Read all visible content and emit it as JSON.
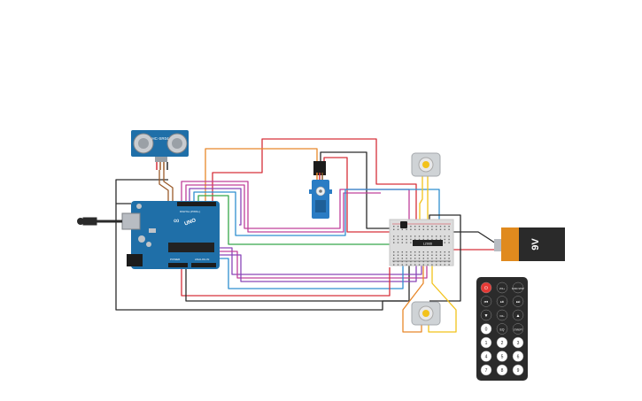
{
  "sensor": {
    "label": "HC-SR04"
  },
  "arduino": {
    "brand": "UNO",
    "digital_label": "DIGITAL (PWM~)",
    "power_label": "POWER",
    "analog_label": "ANALOG IN"
  },
  "driver_chip": {
    "label": "L293D"
  },
  "battery": {
    "label": "9V"
  },
  "remote": {
    "keys": [
      {
        "label": "⏻",
        "color": "#e53935"
      },
      {
        "label": "VOL+",
        "color": "#2b2b2b"
      },
      {
        "label": "FUNC STOP",
        "color": "#2b2b2b"
      },
      {
        "label": "⏮",
        "color": "#2b2b2b"
      },
      {
        "label": "⏯",
        "color": "#2b2b2b"
      },
      {
        "label": "⏭",
        "color": "#2b2b2b"
      },
      {
        "label": "▼",
        "color": "#2b2b2b"
      },
      {
        "label": "VOL-",
        "color": "#2b2b2b"
      },
      {
        "label": "▲",
        "color": "#2b2b2b"
      },
      {
        "label": "0",
        "color": "#ffffff"
      },
      {
        "label": "EQ",
        "color": "#2b2b2b"
      },
      {
        "label": "ST/REPT",
        "color": "#2b2b2b"
      },
      {
        "label": "1",
        "color": "#ffffff"
      },
      {
        "label": "2",
        "color": "#ffffff"
      },
      {
        "label": "3",
        "color": "#ffffff"
      },
      {
        "label": "4",
        "color": "#ffffff"
      },
      {
        "label": "5",
        "color": "#ffffff"
      },
      {
        "label": "6",
        "color": "#ffffff"
      },
      {
        "label": "7",
        "color": "#ffffff"
      },
      {
        "label": "8",
        "color": "#ffffff"
      },
      {
        "label": "9",
        "color": "#ffffff"
      }
    ]
  },
  "colors": {
    "board_blue": "#1f6fa8",
    "wire_red": "#d6303a",
    "wire_black": "#2a2a2a",
    "wire_orange": "#e8882a",
    "wire_magenta": "#c0409a",
    "wire_purple": "#8a46b8",
    "wire_green": "#36a84a",
    "wire_blue": "#2f8fd0",
    "wire_yellow": "#f2c21b",
    "wire_brown": "#9a5a2a"
  }
}
